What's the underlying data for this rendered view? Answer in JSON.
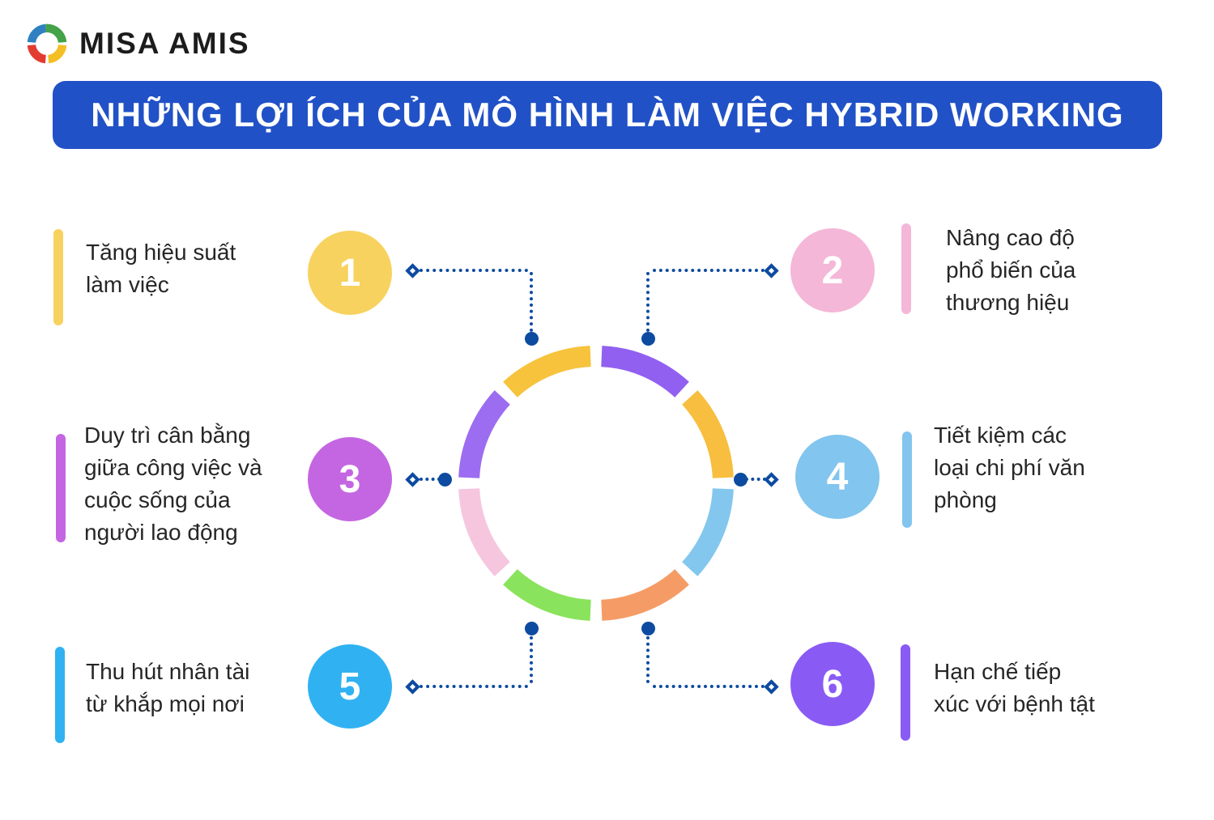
{
  "brand": {
    "logo_text": "MISA AMIS"
  },
  "title": "NHỮNG LỢI ÍCH CỦA MÔ HÌNH LÀM VIỆC HYBRID WORKING",
  "colors": {
    "banner_bg": "#2151C6",
    "banner_text": "#FFFFFF",
    "ink": "#262626",
    "connector": "#0D4BA0",
    "number_text": "#FFFFFF",
    "brand_text": "#1C1C1C",
    "logo_green": "#44A248",
    "logo_yellow": "#F4BE25",
    "logo_red": "#E23C32",
    "logo_blue": "#2F80C3"
  },
  "items": [
    {
      "number": "1",
      "label": "Tăng hiệu suất\nlàm việc",
      "color": "#F8D25F",
      "side": "left"
    },
    {
      "number": "2",
      "label": "Nâng cao độ\nphổ biến của\nthương hiệu",
      "color": "#F4B7D8",
      "side": "right"
    },
    {
      "number": "3",
      "label": "Duy trì cân bằng\ngiữa công việc và\ncuộc sống của\nngười lao động",
      "color": "#C466E2",
      "side": "left"
    },
    {
      "number": "4",
      "label": "Tiết kiệm các\nloại chi phí văn\nphòng",
      "color": "#82C5EE",
      "side": "right"
    },
    {
      "number": "5",
      "label": "Thu hút nhân tài\ntừ khắp mọi nơi",
      "color": "#30B2F2",
      "side": "left"
    },
    {
      "number": "6",
      "label": "Hạn chế tiếp\nxúc với bệnh tật",
      "color": "#8A5BF4",
      "side": "right"
    }
  ],
  "ring": {
    "segments": [
      {
        "name": "top-right",
        "color": "#9160F0"
      },
      {
        "name": "right-upper",
        "color": "#F7BE3F"
      },
      {
        "name": "right-lower",
        "color": "#84C7EE"
      },
      {
        "name": "bottom-right",
        "color": "#F59C66"
      },
      {
        "name": "bottom-left",
        "color": "#8AE35C"
      },
      {
        "name": "left-lower",
        "color": "#F6C6DF"
      },
      {
        "name": "left-upper",
        "color": "#9C6CF1"
      },
      {
        "name": "top-left",
        "color": "#F7C33D"
      }
    ]
  }
}
